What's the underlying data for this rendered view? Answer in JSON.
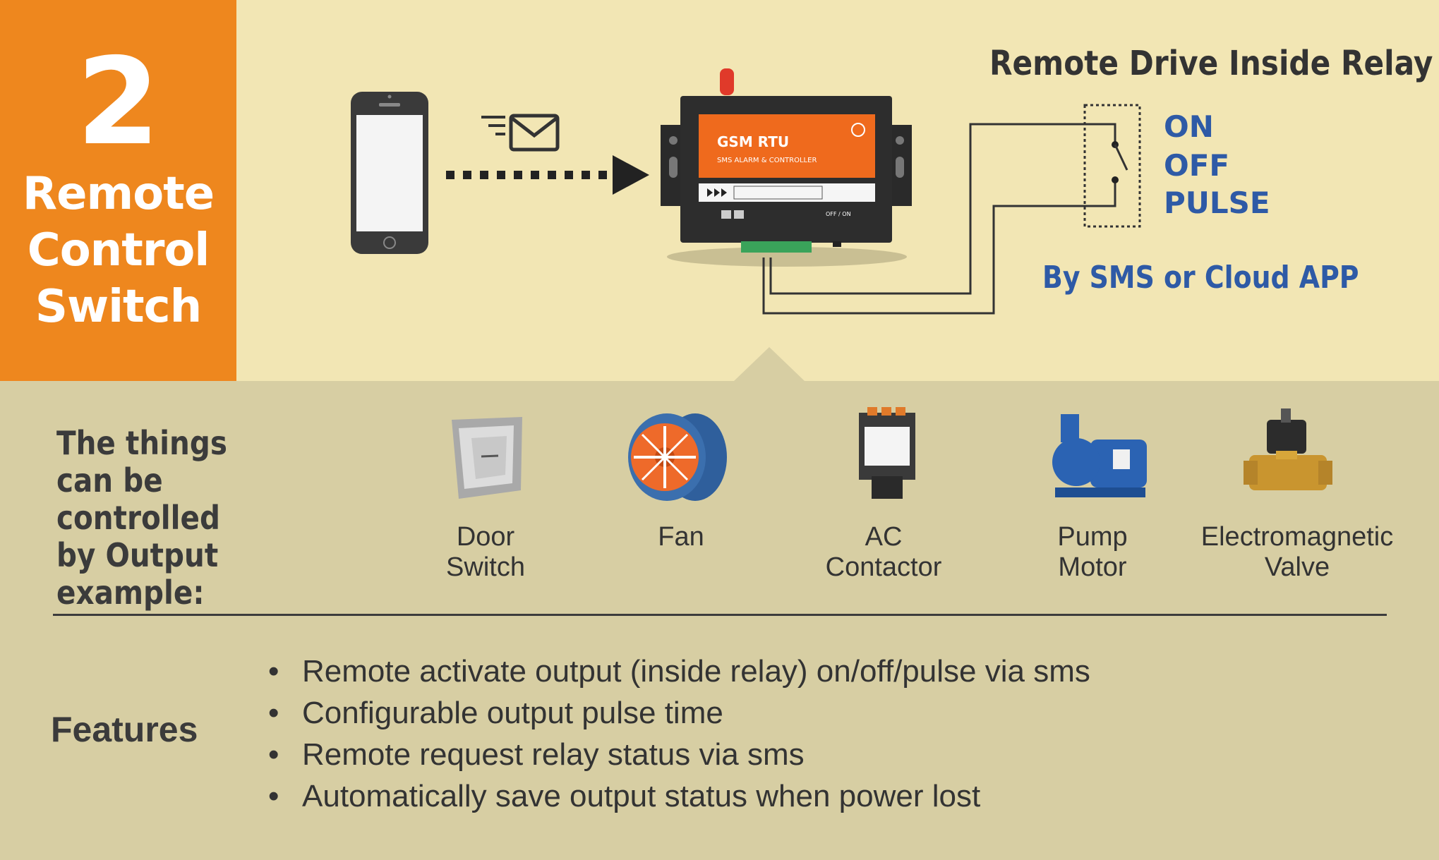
{
  "badge": {
    "number": "2",
    "lines": [
      "Remote",
      "Control",
      "Switch"
    ]
  },
  "relay": {
    "title": "Remote Drive Inside Relay",
    "modes": [
      "ON",
      "OFF",
      "PULSE"
    ],
    "control_method": "By SMS or Cloud APP"
  },
  "device": {
    "brand": "GSM RTU",
    "subtitle": "SMS ALARM & CONTROLLER",
    "switch_label": "OFF / ON"
  },
  "controlled": {
    "heading": "The things can be controlled by Output example:",
    "items": [
      {
        "line1": "Door",
        "line2": "Switch",
        "icon": "door-switch-icon"
      },
      {
        "line1": "Fan",
        "line2": "",
        "icon": "fan-icon"
      },
      {
        "line1": "AC",
        "line2": "Contactor",
        "icon": "contactor-icon"
      },
      {
        "line1": "Pump",
        "line2": "Motor",
        "icon": "pump-motor-icon"
      },
      {
        "line1": "Electromagnetic",
        "line2": "Valve",
        "icon": "valve-icon"
      }
    ]
  },
  "features": {
    "label": "Features",
    "bullet": "•",
    "items": [
      "Remote activate output (inside relay) on/off/pulse via sms",
      "Configurable output pulse time",
      "Remote request relay status via sms",
      "Automatically save output status when power lost"
    ]
  },
  "colors": {
    "orange": "#ee871e",
    "top_bg": "#f2e6b4",
    "bottom_bg": "#d7cea3",
    "blue_text": "#2e5aa6"
  }
}
